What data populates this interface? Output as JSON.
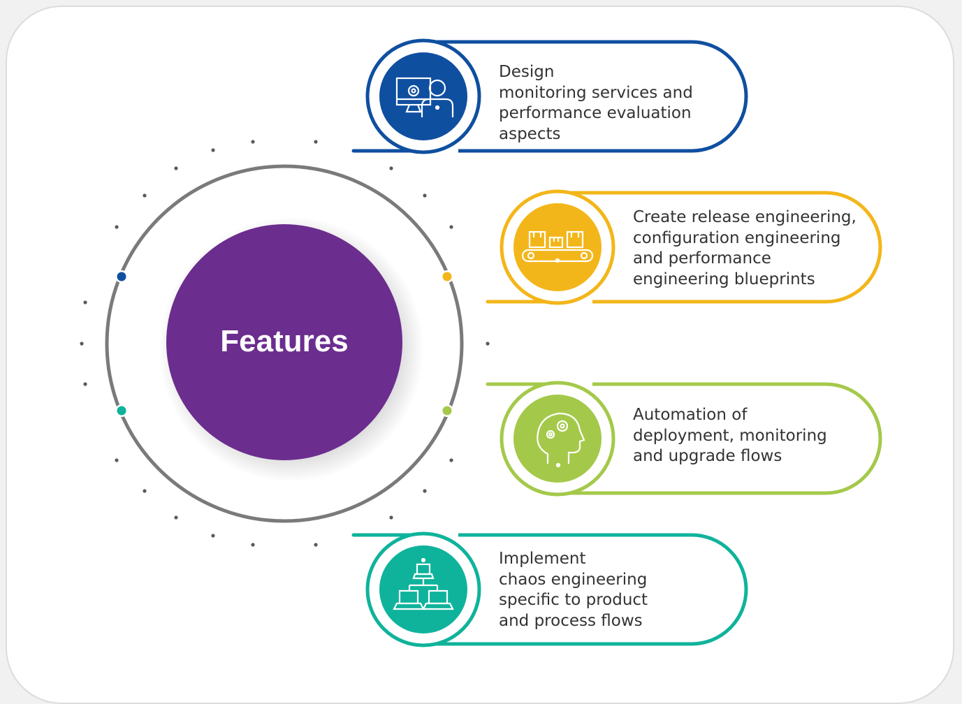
{
  "hub": {
    "title": "Features",
    "color": "#6b2d8e"
  },
  "features": [
    {
      "lines": [
        "Design",
        "monitoring services and",
        "performance evaluation",
        "aspects"
      ],
      "color": "#0f4fa0",
      "icon": "monitor-user-gear-icon"
    },
    {
      "lines": [
        "Create release engineering,",
        "configuration engineering",
        "and performance",
        "engineering blueprints"
      ],
      "color": "#f3b61a",
      "icon": "conveyor-boxes-icon"
    },
    {
      "lines": [
        "Automation of",
        "deployment, monitoring",
        "and upgrade flows"
      ],
      "color": "#a4c94a",
      "icon": "head-gears-icon"
    },
    {
      "lines": [
        "Implement",
        "chaos engineering",
        "specific to product",
        "and process flows"
      ],
      "color": "#0fb39b",
      "icon": "network-computers-icon"
    }
  ]
}
